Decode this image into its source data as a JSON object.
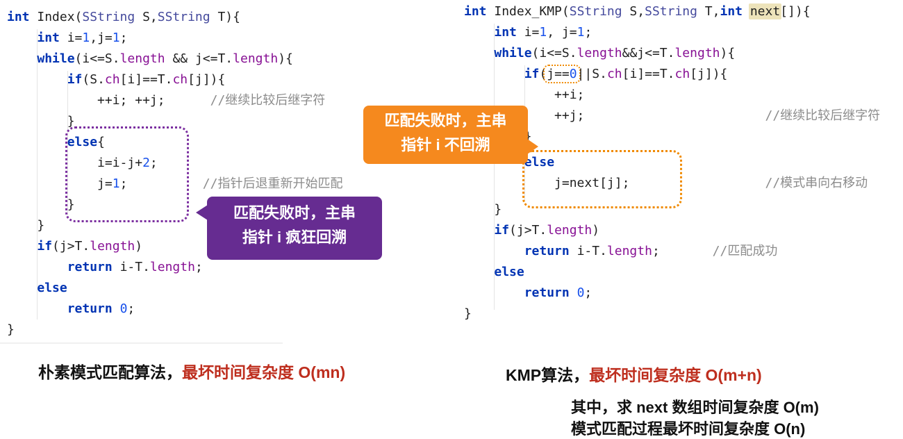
{
  "colors": {
    "keyword": "#0033B3",
    "type": "#44499C",
    "field": "#871094",
    "number": "#1750EB",
    "comment": "#8C8C8C",
    "highlight_bg": "#EDE3BA",
    "purple_accent": "#662C91",
    "orange_accent": "#F5891E",
    "red_accent": "#BE2E1E"
  },
  "callouts": {
    "purple": {
      "line1": "匹配失败时，主串",
      "line2": "指针 i 疯狂回溯"
    },
    "orange": {
      "line1": "匹配失败时，主串",
      "line2": "指针 i 不回溯"
    }
  },
  "captions": {
    "left": {
      "black": "朴素模式匹配算法，",
      "red": "最坏时间复杂度 O(mn)"
    },
    "right": {
      "black": "KMP算法，",
      "red": "最坏时间复杂度 O(m+n)"
    },
    "notes": [
      "其中，求 next 数组时间复杂度 O(m)",
      "模式匹配过程最坏时间复杂度 O(n)"
    ]
  },
  "code": {
    "left": {
      "lines": [
        [
          [
            "kw",
            "int"
          ],
          [
            "pl",
            " Index("
          ],
          [
            "ty",
            "SString"
          ],
          [
            "pl",
            " S,"
          ],
          [
            "ty",
            "SString"
          ],
          [
            "pl",
            " T){"
          ]
        ],
        [
          [
            "pl",
            "    "
          ],
          [
            "kw",
            "int"
          ],
          [
            "pl",
            " i="
          ],
          [
            "num",
            "1"
          ],
          [
            "pl",
            ",j="
          ],
          [
            "num",
            "1"
          ],
          [
            "pl",
            ";"
          ]
        ],
        [
          [
            "pl",
            "    "
          ],
          [
            "kw",
            "while"
          ],
          [
            "pl",
            "(i<=S."
          ],
          [
            "fld",
            "length"
          ],
          [
            "pl",
            " && j<=T."
          ],
          [
            "fld",
            "length"
          ],
          [
            "pl",
            "){"
          ]
        ],
        [
          [
            "pl",
            "        "
          ],
          [
            "kw",
            "if"
          ],
          [
            "pl",
            "(S."
          ],
          [
            "fld",
            "ch"
          ],
          [
            "pl",
            "[i]==T."
          ],
          [
            "fld",
            "ch"
          ],
          [
            "pl",
            "[j]){"
          ]
        ],
        [
          [
            "pl",
            "            ++i; ++j;      "
          ],
          [
            "cmt",
            "//继续比较后继字符"
          ]
        ],
        [
          [
            "pl",
            "        }"
          ]
        ],
        [
          [
            "pl",
            "        "
          ],
          [
            "kw",
            "else"
          ],
          [
            "pl",
            "{"
          ]
        ],
        [
          [
            "pl",
            "            i=i-j+"
          ],
          [
            "num",
            "2"
          ],
          [
            "pl",
            ";"
          ]
        ],
        [
          [
            "pl",
            "            j="
          ],
          [
            "num",
            "1"
          ],
          [
            "pl",
            ";          "
          ],
          [
            "cmt",
            "//指针后退重新开始匹配"
          ]
        ],
        [
          [
            "pl",
            "        }"
          ]
        ],
        [
          [
            "pl",
            "    }"
          ]
        ],
        [
          [
            "pl",
            "    "
          ],
          [
            "kw",
            "if"
          ],
          [
            "pl",
            "(j>T."
          ],
          [
            "fld",
            "length"
          ],
          [
            "pl",
            ")"
          ]
        ],
        [
          [
            "pl",
            "        "
          ],
          [
            "kw",
            "return"
          ],
          [
            "pl",
            " i-T."
          ],
          [
            "fld",
            "length"
          ],
          [
            "pl",
            ";"
          ]
        ],
        [
          [
            "pl",
            "    "
          ],
          [
            "kw",
            "else"
          ]
        ],
        [
          [
            "pl",
            "        "
          ],
          [
            "kw",
            "return"
          ],
          [
            "pl",
            " "
          ],
          [
            "num",
            "0"
          ],
          [
            "pl",
            ";"
          ]
        ],
        [
          [
            "pl",
            "}"
          ]
        ]
      ]
    },
    "right": {
      "lines": [
        [
          [
            "kw",
            "int"
          ],
          [
            "pl",
            " Index_KMP("
          ],
          [
            "ty",
            "SString"
          ],
          [
            "pl",
            " S,"
          ],
          [
            "ty",
            "SString"
          ],
          [
            "pl",
            " T,"
          ],
          [
            "kw",
            "int"
          ],
          [
            "pl",
            " "
          ],
          [
            "hl",
            "next"
          ],
          [
            "pl",
            "[]){"
          ]
        ],
        [
          [
            "pl",
            "    "
          ],
          [
            "kw",
            "int"
          ],
          [
            "pl",
            " i="
          ],
          [
            "num",
            "1"
          ],
          [
            "pl",
            ", j="
          ],
          [
            "num",
            "1"
          ],
          [
            "pl",
            ";"
          ]
        ],
        [
          [
            "pl",
            "    "
          ],
          [
            "kw",
            "while"
          ],
          [
            "pl",
            "(i<=S."
          ],
          [
            "fld",
            "length"
          ],
          [
            "pl",
            "&&j<=T."
          ],
          [
            "fld",
            "length"
          ],
          [
            "pl",
            "){"
          ]
        ],
        [
          [
            "pl",
            "        "
          ],
          [
            "kw",
            "if"
          ],
          [
            "pl",
            "("
          ],
          [
            "obox",
            [
              [
                "pl",
                "j=="
              ],
              [
                "num",
                "0"
              ]
            ]
          ],
          [
            "pl",
            "||S."
          ],
          [
            "fld",
            "ch"
          ],
          [
            "pl",
            "[i]==T."
          ],
          [
            "fld",
            "ch"
          ],
          [
            "pl",
            "[j]){"
          ]
        ],
        [
          [
            "pl",
            "            ++i;"
          ]
        ],
        [
          [
            "pl",
            "            ++j;                        "
          ],
          [
            "cmt",
            "//继续比较后继字符"
          ]
        ],
        [
          [
            "pl",
            "        }"
          ]
        ],
        [
          [
            "pl",
            "        "
          ],
          [
            "kw",
            "else"
          ]
        ],
        [
          [
            "pl",
            "            j=next[j];                  "
          ],
          [
            "cmt",
            "//模式串向右移动"
          ]
        ],
        [
          [
            "pl",
            "    }"
          ]
        ],
        [
          [
            "pl",
            "    "
          ],
          [
            "kw",
            "if"
          ],
          [
            "pl",
            "(j>T."
          ],
          [
            "fld",
            "length"
          ],
          [
            "pl",
            ")"
          ]
        ],
        [
          [
            "pl",
            "        "
          ],
          [
            "kw",
            "return"
          ],
          [
            "pl",
            " i-T."
          ],
          [
            "fld",
            "length"
          ],
          [
            "pl",
            ";       "
          ],
          [
            "cmt",
            "//匹配成功"
          ]
        ],
        [
          [
            "pl",
            "    "
          ],
          [
            "kw",
            "else"
          ]
        ],
        [
          [
            "pl",
            "        "
          ],
          [
            "kw",
            "return"
          ],
          [
            "pl",
            " "
          ],
          [
            "num",
            "0"
          ],
          [
            "pl",
            ";"
          ]
        ],
        [
          [
            "pl",
            "}"
          ]
        ]
      ]
    }
  }
}
